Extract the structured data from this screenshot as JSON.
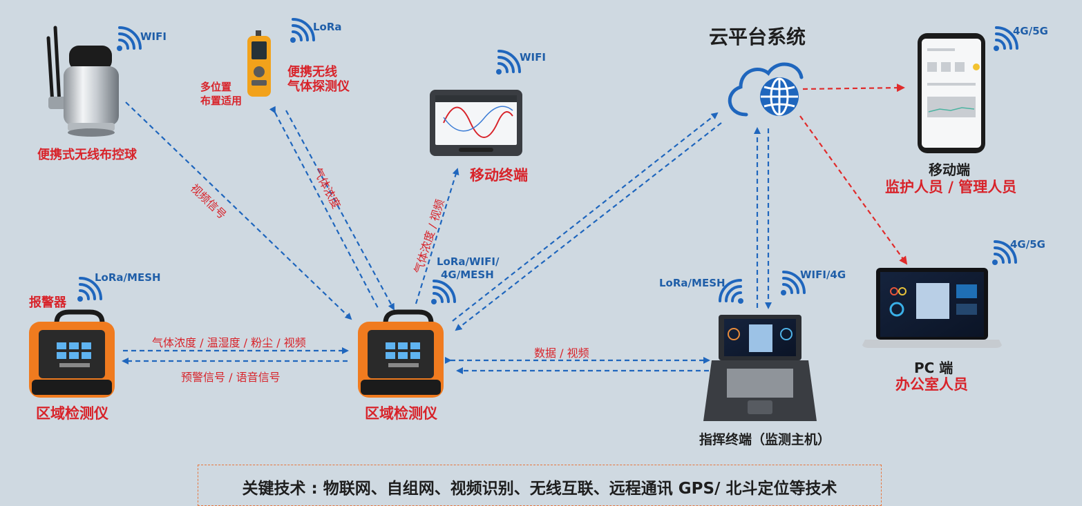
{
  "cloud": {
    "title": "云平台系统"
  },
  "devices": {
    "ptz_ball": {
      "name": "便携式无线布控球",
      "net": "WIFI"
    },
    "gas_detector": {
      "name_line1": "便携无线",
      "name_line2": "气体探测仪",
      "note_line1": "多位置",
      "note_line2": "布置适用",
      "net": "LoRa"
    },
    "mobile_terminal": {
      "name": "移动终端",
      "net": "WIFI"
    },
    "alarm": {
      "name": "报警器",
      "net": "LoRa/MESH"
    },
    "area_left": {
      "name": "区域检测仪"
    },
    "area_center": {
      "name": "区域检测仪",
      "net_line1": "LoRa/WIFI/",
      "net_line2": "4G/MESH"
    },
    "command": {
      "name": "指挥终端（监测主机）",
      "net_left": "LoRa/MESH",
      "net_right": "WIFI/4G"
    },
    "mobile_app": {
      "name": "移动端",
      "users": "监护人员 / 管理人员",
      "net": "4G/5G"
    },
    "pc": {
      "name": "PC 端",
      "users": "办公室人员",
      "net": "4G/5G"
    }
  },
  "links": {
    "video_signal": "视频信号",
    "gas_concentration": "气体浓度",
    "gas_video": "气体浓度 / 视频",
    "env_data": "气体浓度 / 温湿度 / 粉尘 / 视频",
    "warning": "预警信号 / 语音信号",
    "data_video": "数据 / 视频"
  },
  "footer": {
    "key_tech": "关键技术 : 物联网、自组网、视频识别、无线互联、远程通讯 GPS/ 北斗定位等技术"
  },
  "colors": {
    "blue_line": "#1f66bd",
    "red_line": "#e02b2b",
    "orange": "#f07b1f"
  }
}
